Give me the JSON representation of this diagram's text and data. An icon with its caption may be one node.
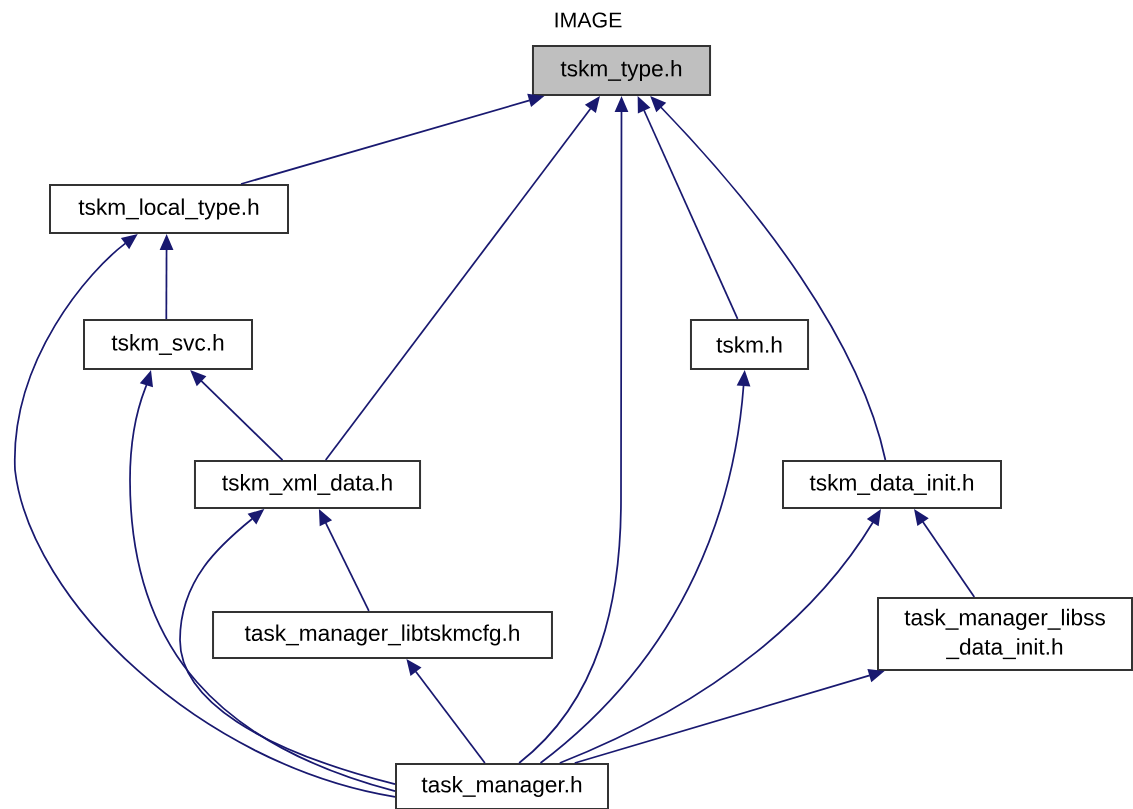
{
  "diagram": {
    "title": "IMAGE",
    "nodes": [
      {
        "text": [
          "tskm_type.h"
        ]
      },
      {
        "text": [
          "tskm_local_type.h"
        ]
      },
      {
        "text": [
          "tskm_svc.h"
        ]
      },
      {
        "text": [
          "tskm.h"
        ]
      },
      {
        "text": [
          "tskm_xml_data.h"
        ]
      },
      {
        "text": [
          "tskm_data_init.h"
        ]
      },
      {
        "text": [
          "task_manager_libtskmcfg.h"
        ]
      },
      {
        "text": [
          "task_manager_libss _data_init.h"
        ]
      },
      {
        "text": [
          "task_manager.h"
        ]
      }
    ],
    "edges": [
      {
        "from": 1,
        "to": 0,
        "arrow": "to"
      },
      {
        "from": 4,
        "to": 0,
        "arrow": "to"
      },
      {
        "from": 8,
        "to": 0,
        "arrow": "to"
      },
      {
        "from": 3,
        "to": 0,
        "arrow": "to"
      },
      {
        "from": 5,
        "to": 0,
        "arrow": "to"
      },
      {
        "from": 2,
        "to": 1,
        "arrow": "to"
      },
      {
        "from": 8,
        "to": 1,
        "arrow": "to"
      },
      {
        "from": 8,
        "to": 2,
        "arrow": "to"
      },
      {
        "from": 4,
        "to": 2,
        "arrow": "to"
      },
      {
        "from": 8,
        "to": 4,
        "arrow": "to"
      },
      {
        "from": 6,
        "to": 4,
        "arrow": "to"
      },
      {
        "from": 8,
        "to": 6,
        "arrow": "to"
      },
      {
        "from": 8,
        "to": 3,
        "arrow": "to"
      },
      {
        "from": 8,
        "to": 5,
        "arrow": "to"
      },
      {
        "from": 7,
        "to": 5,
        "arrow": "to"
      },
      {
        "from": 8,
        "to": 7,
        "arrow": "to"
      }
    ]
  }
}
